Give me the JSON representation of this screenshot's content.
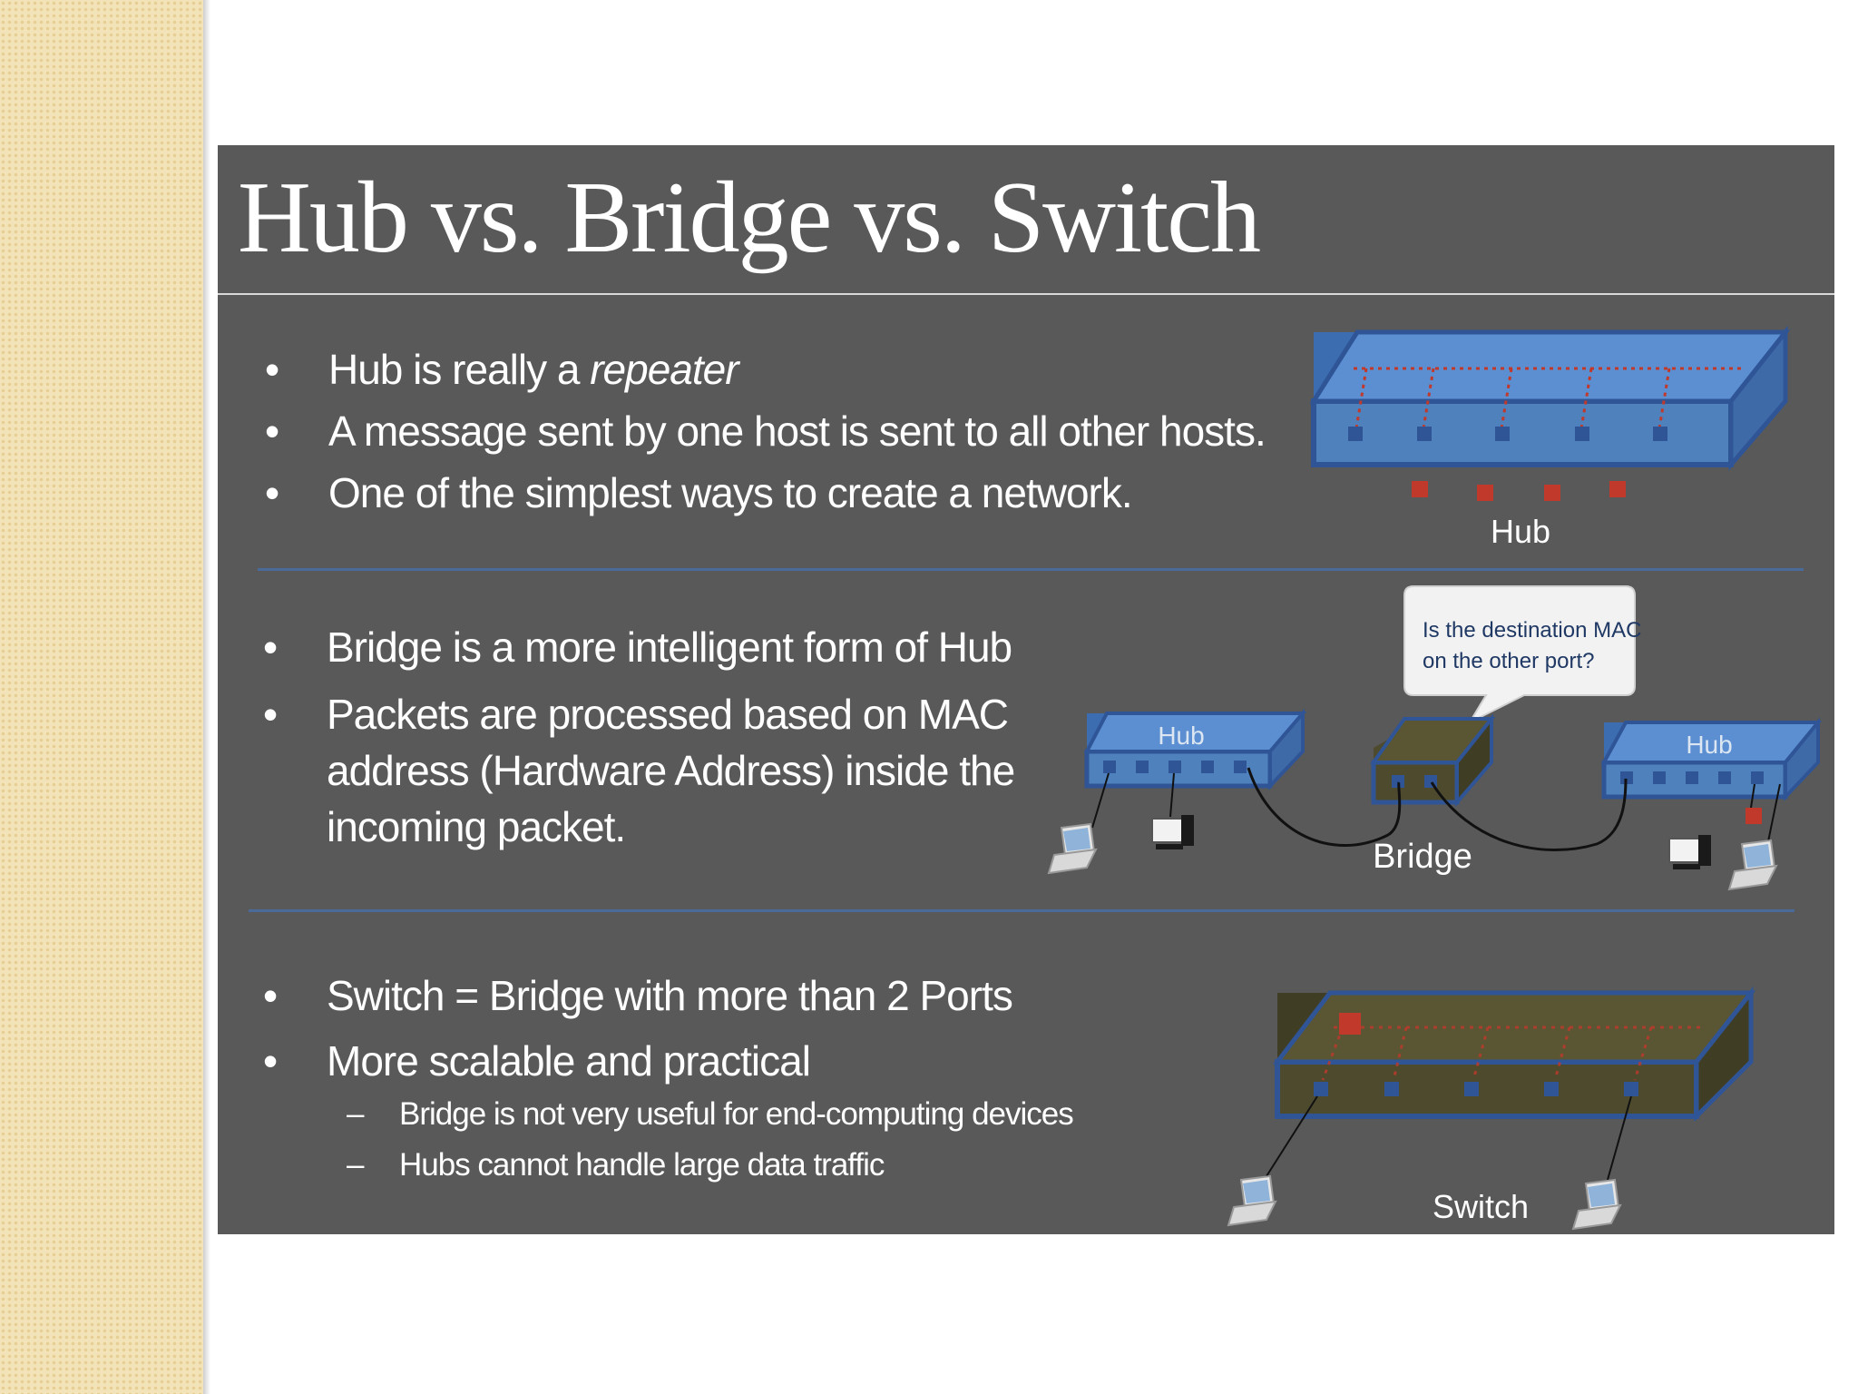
{
  "title": "Hub vs. Bridge vs. Switch",
  "sections": {
    "hub": {
      "bullets": [
        {
          "text": "Hub is really a ",
          "emphasis": "repeater"
        },
        {
          "text": "A message sent by one host is sent to all other hosts."
        },
        {
          "text": "One of the simplest ways to create a network."
        }
      ]
    },
    "bridge": {
      "bullets": [
        {
          "text": "Bridge is a more intelligent form of Hub"
        },
        {
          "text": "Packets are processed based on MAC"
        },
        {
          "text": "address (Hardware Address) inside the"
        },
        {
          "text": "incoming packet."
        }
      ]
    },
    "switch": {
      "bullets": [
        {
          "text": "Switch = Bridge with more than 2 Ports"
        },
        {
          "text": "More scalable and practical"
        }
      ],
      "sub_bullets": [
        {
          "text": "Bridge is not very useful for end-computing devices"
        },
        {
          "text": "Hubs cannot handle large data traffic"
        }
      ]
    }
  },
  "bullet_glyph": "•",
  "sub_bullet_glyph": "–",
  "diagram": {
    "hub_label": "Hub",
    "bridge_left_hub_label": "Hub",
    "bridge_right_hub_label": "Hub",
    "bridge_label": "Bridge",
    "callout_line1": "Is the destination MAC",
    "callout_line2": "on the other port?",
    "switch_label": "Switch"
  },
  "colors": {
    "slide_background": "#595959",
    "hub_device": "#4f81bd",
    "switch_device": "#4d4a2e",
    "packet": "#c0392b",
    "callout": "#f2f2f2",
    "side_strip": "#f3e3b8"
  }
}
